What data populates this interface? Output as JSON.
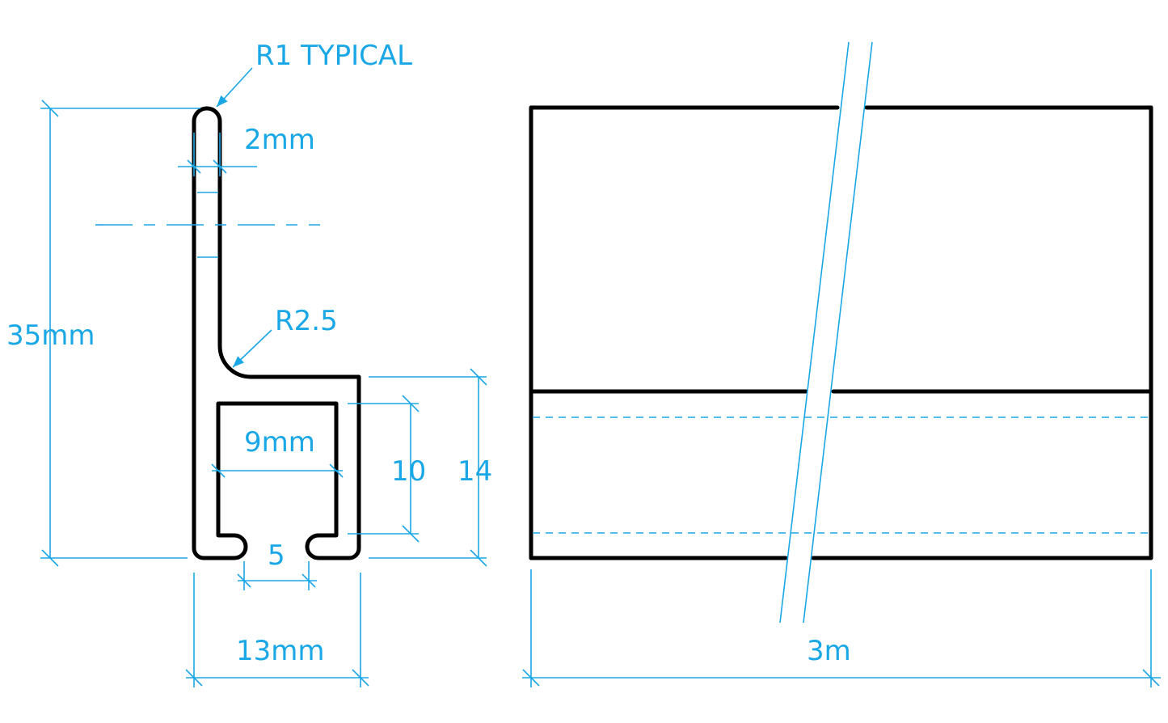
{
  "colors": {
    "part_outline": "#000000",
    "dimension": "#1aa7e6",
    "background": "#ffffff"
  },
  "profile_view": {
    "labels": {
      "r1_typical": "R1 TYPICAL",
      "wall_thickness": "2mm",
      "total_height": "35mm",
      "inner_radius": "R2.5",
      "channel_width": "9mm",
      "channel_depth": "10",
      "channel_height": "14",
      "slot_opening": "5",
      "total_width": "13mm"
    }
  },
  "side_view": {
    "labels": {
      "length": "3m"
    }
  }
}
